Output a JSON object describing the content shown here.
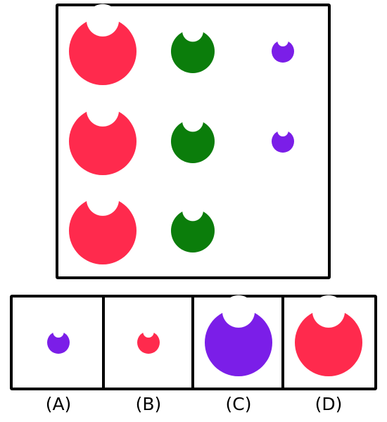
{
  "colors": {
    "red": "#ff2a4d",
    "green": "#0b7d0b",
    "purple": "#7b1ee8",
    "border": "#000000",
    "background": "#ffffff"
  },
  "grid": {
    "rows": [
      [
        "large-red-cut-circle",
        "medium-green-cut-circle",
        "small-purple-cut-circle"
      ],
      [
        "large-red-cut-circle",
        "medium-green-cut-circle",
        "small-purple-cut-circle"
      ],
      [
        "large-red-cut-circle",
        "medium-green-cut-circle",
        "missing"
      ]
    ]
  },
  "options": [
    {
      "label": "(A)",
      "shape": "small-purple-cut-circle"
    },
    {
      "label": "(B)",
      "shape": "small-red-cut-circle"
    },
    {
      "label": "(C)",
      "shape": "large-purple-cut-circle"
    },
    {
      "label": "(D)",
      "shape": "large-red-cut-circle"
    }
  ]
}
